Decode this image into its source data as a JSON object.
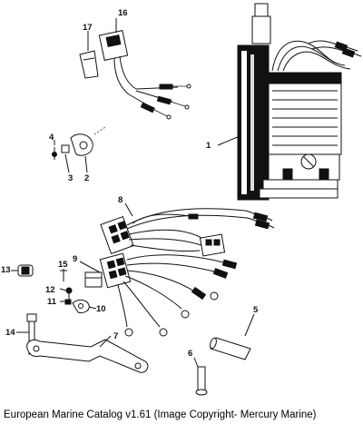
{
  "caption": "European Marine Catalog v1.61 (Image Copyright- Mercury Marine)",
  "callouts": [
    "1",
    "2",
    "3",
    "4",
    "5",
    "6",
    "7",
    "8",
    "9",
    "10",
    "11",
    "12",
    "13",
    "14",
    "15",
    "16",
    "17"
  ],
  "colors": {
    "line": "#111111",
    "background": "#ffffff"
  }
}
